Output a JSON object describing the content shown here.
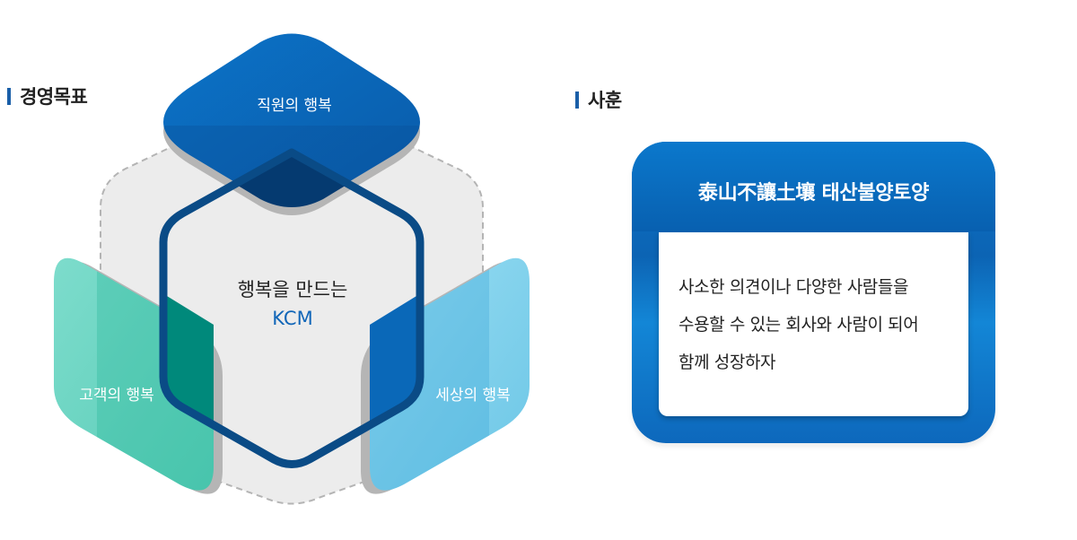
{
  "sections": {
    "goal": {
      "title": "경영목표"
    },
    "motto": {
      "title": "사훈"
    }
  },
  "diagram": {
    "top": {
      "label": "직원의 행복"
    },
    "left": {
      "label": "고객의 행복"
    },
    "right": {
      "label": "세상의 행복"
    },
    "center": {
      "line1": "행복을 만드는",
      "line2": "KCM"
    }
  },
  "motto_card": {
    "heading": "泰山不讓土壤  태산불양토양",
    "lines": [
      "사소한 의견이나 다양한 사람들을",
      "수용할 수 있는 회사와 사람이 되어",
      "함께 성장하자"
    ]
  },
  "colors": {
    "top_petal": "#0a6cc0",
    "left_petal": "#6fd8c4",
    "right_petal": "#8fd8f0",
    "hexagon_outline": "#0a4b86",
    "accent_text": "#1166b8",
    "motto_blue": "#0a70c4"
  }
}
